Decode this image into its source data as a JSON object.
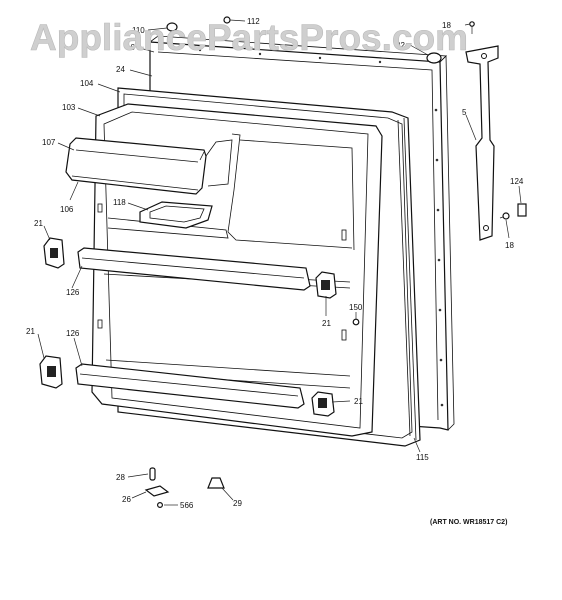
{
  "watermark": "AppliancePartsPros.com",
  "art_number": "(ART NO. WR18517 C2)",
  "callouts": {
    "c110": "110",
    "c112": "112",
    "c18a": "18",
    "c22": "22",
    "c10": "10",
    "c24": "24",
    "c104": "104",
    "c103": "103",
    "c5": "5",
    "c107": "107",
    "c124": "124",
    "c118": "118",
    "c106": "106",
    "c21a": "21",
    "c18b": "18",
    "c126a": "126",
    "c21b": "21",
    "c150": "150",
    "c21c": "21",
    "c126b": "126",
    "c21d": "21",
    "c115": "115",
    "c28": "28",
    "c26": "26",
    "c566": "566",
    "c29": "29"
  }
}
